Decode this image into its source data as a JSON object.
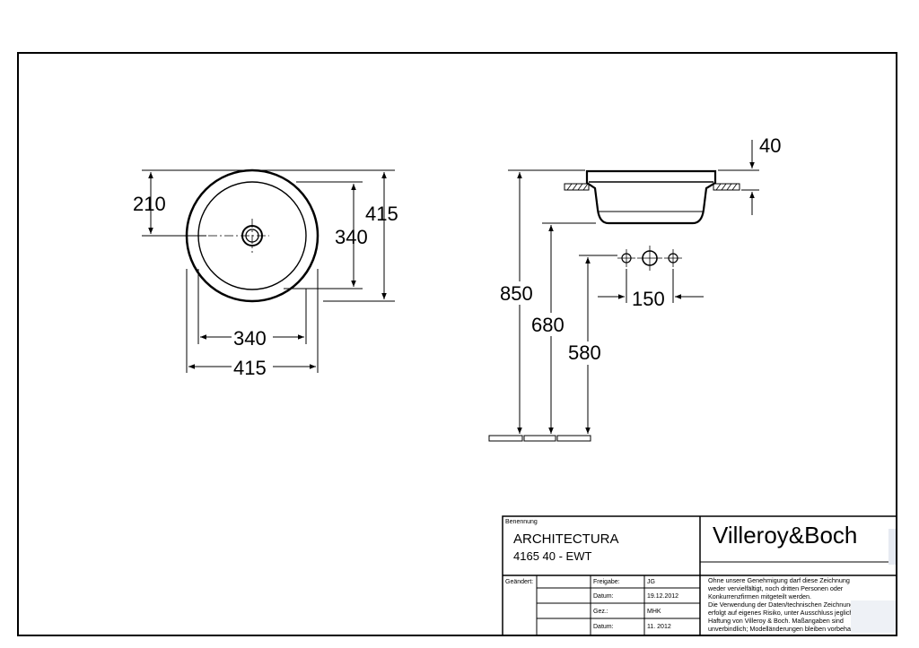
{
  "dimensions": {
    "top_view": {
      "center_offset": "210",
      "outer_height": "415",
      "inner_height": "340",
      "inner_width": "340",
      "outer_width": "415"
    },
    "side_view": {
      "basin_rim_height": "40",
      "total_height": "850",
      "mid_height": "680",
      "lower_height": "580",
      "tap_spacing": "150"
    }
  },
  "title_block": {
    "benennung_label": "Benennung",
    "product_name": "ARCHITECTURA",
    "article_number": "4165 40 - EWT",
    "brand": "Villeroy&Boch",
    "geaendert_label": "Geändert:",
    "freigabe_label": "Freigabe:",
    "freigabe_value": "JG",
    "datum_label_1": "Datum:",
    "datum_value_1": "19.12.2012",
    "gez_label": "Gez.:",
    "gez_value": "MHK",
    "datum_label_2": "Datum:",
    "datum_value_2": "11. 2012",
    "notice_lines": [
      "Ohne unsere Genehmigung darf diese Zeichnung",
      "weder vervielfältigt, noch dritten Personen oder",
      "Konkurrenzfirmen mitgeteilt werden.",
      "Die Verwendung der Daten/technischen Zeichnungen",
      "erfolgt auf eigenes Risiko, unter Ausschluss jeglicher",
      "Haftung von Villeroy & Boch. Maßangaben sind",
      "unverbindlich; Modelländerungen bleiben vorbehalten."
    ]
  }
}
